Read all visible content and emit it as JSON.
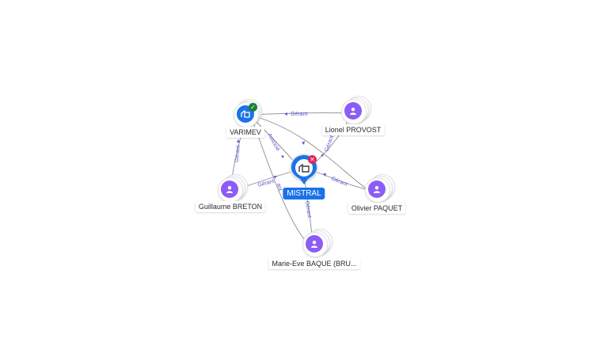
{
  "colors": {
    "company": "#1a73e8",
    "person": "#8b5cf6",
    "edge": "#8a8a95",
    "edge_label": "#5b5bd6",
    "valid_badge": "#188038",
    "closed_badge": "#e0245e"
  },
  "nodes": {
    "mistral": {
      "label": "MISTRAL",
      "kind": "company",
      "icon": "building-icon",
      "status_icon": "close-icon"
    },
    "varimev": {
      "label": "VARIMEV",
      "kind": "company",
      "icon": "building-icon",
      "status_icon": "check-icon"
    },
    "lionel": {
      "label": "Lionel PROVOST",
      "kind": "person",
      "icon": "person-icon"
    },
    "olivier": {
      "label": "Olivier PAQUET",
      "kind": "person",
      "icon": "person-icon"
    },
    "guillaume": {
      "label": "Guillaume BRETON",
      "kind": "person",
      "icon": "person-icon"
    },
    "marie": {
      "label": "Marie-Eve BAQUE (BRU...",
      "kind": "person",
      "icon": "person-icon"
    }
  },
  "edges": [
    {
      "from": "lionel",
      "to": "varimev",
      "label": "Gérant"
    },
    {
      "from": "lionel",
      "to": "mistral",
      "label": "Gérant"
    },
    {
      "from": "guillaume",
      "to": "varimev",
      "label": "Gérant"
    },
    {
      "from": "guillaume",
      "to": "mistral",
      "label": "Gérant"
    },
    {
      "from": "olivier",
      "to": "mistral",
      "label": "Gérant"
    },
    {
      "from": "olivier",
      "to": "varimev",
      "label": ""
    },
    {
      "from": "marie",
      "to": "mistral",
      "label": "Gérant"
    },
    {
      "from": "marie",
      "to": "varimev",
      "label": ""
    },
    {
      "from": "varimev",
      "to": "mistral",
      "label": "Associé"
    }
  ]
}
